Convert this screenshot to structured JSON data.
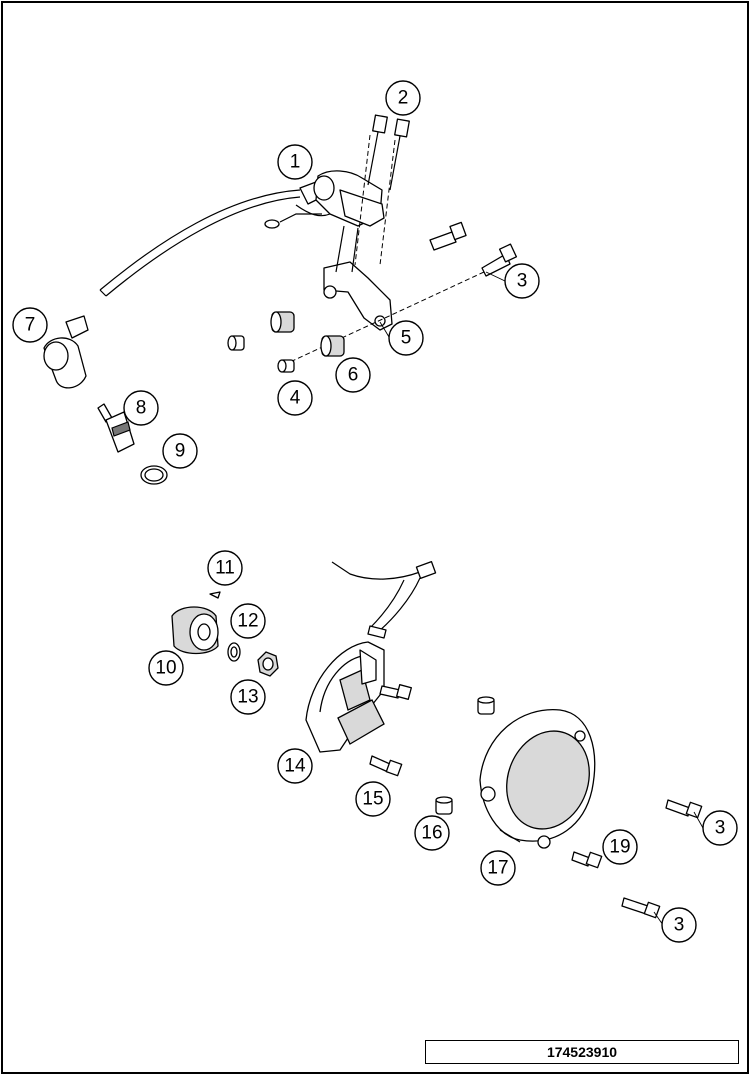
{
  "drawing_number": "174523910",
  "callouts": [
    {
      "id": "callout-1",
      "label": "1"
    },
    {
      "id": "callout-2",
      "label": "2"
    },
    {
      "id": "callout-3a",
      "label": "3"
    },
    {
      "id": "callout-3b",
      "label": "3"
    },
    {
      "id": "callout-3c",
      "label": "3"
    },
    {
      "id": "callout-4",
      "label": "4"
    },
    {
      "id": "callout-5",
      "label": "5"
    },
    {
      "id": "callout-6",
      "label": "6"
    },
    {
      "id": "callout-7",
      "label": "7"
    },
    {
      "id": "callout-8",
      "label": "8"
    },
    {
      "id": "callout-9",
      "label": "9"
    },
    {
      "id": "callout-10",
      "label": "10"
    },
    {
      "id": "callout-11",
      "label": "11"
    },
    {
      "id": "callout-12",
      "label": "12"
    },
    {
      "id": "callout-13",
      "label": "13"
    },
    {
      "id": "callout-14",
      "label": "14"
    },
    {
      "id": "callout-15",
      "label": "15"
    },
    {
      "id": "callout-16",
      "label": "16"
    },
    {
      "id": "callout-17",
      "label": "17"
    },
    {
      "id": "callout-19",
      "label": "19"
    }
  ]
}
